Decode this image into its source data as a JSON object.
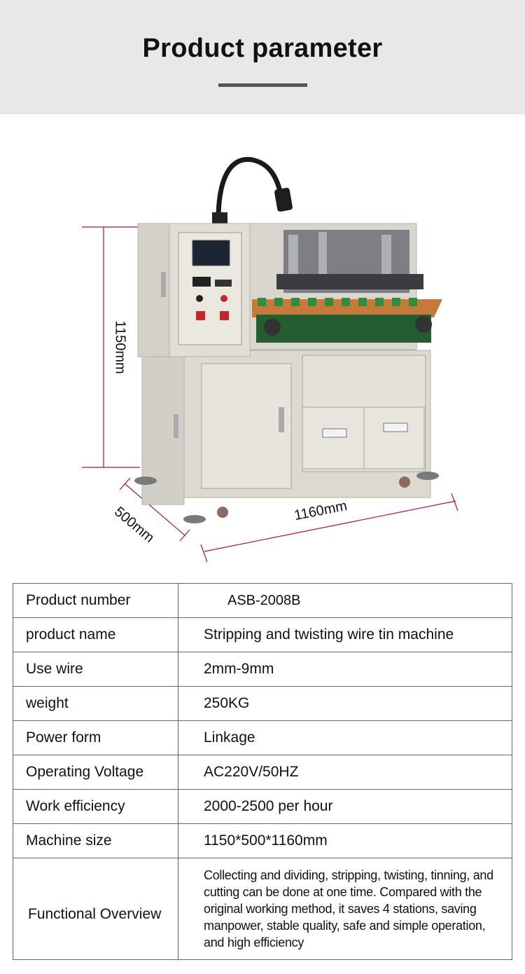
{
  "header": {
    "title": "Product parameter"
  },
  "figure": {
    "dimensions": {
      "height_label": "1150mm",
      "depth_label": "500mm",
      "width_label": "1160mm"
    },
    "colors": {
      "machine_body": "#dedbd2",
      "dimension_line": "#a3143a",
      "green_parts": "#2f8d3f"
    }
  },
  "table": {
    "rows": [
      {
        "label": "Product number",
        "value": "ASB-2008B"
      },
      {
        "label": "product name",
        "value": "Stripping and twisting wire tin machine"
      },
      {
        "label": "Use wire",
        "value": "2mm-9mm"
      },
      {
        "label": "weight",
        "value": "250KG"
      },
      {
        "label": "Power form",
        "value": "Linkage"
      },
      {
        "label": "Operating Voltage",
        "value": "AC220V/50HZ"
      },
      {
        "label": "Work efficiency",
        "value": "2000-2500 per hour"
      },
      {
        "label": "Machine size",
        "value": "1150*500*1160mm"
      },
      {
        "label": "Functional Overview",
        "value": "Collecting and dividing, stripping, twisting, tinning, and cutting can be done at one time. Compared with the original working method, it saves 4 stations, saving manpower, stable quality, safe and simple operation, and high efficiency"
      }
    ]
  }
}
